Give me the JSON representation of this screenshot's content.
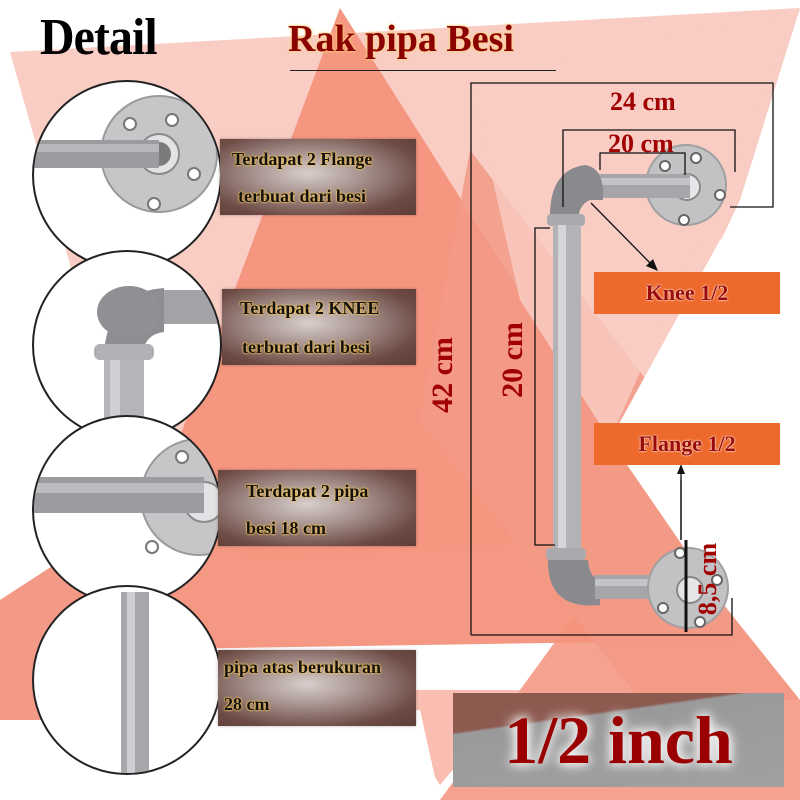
{
  "header": {
    "detail_label": "Detail",
    "product_title": "Rak pipa Besi"
  },
  "features": [
    {
      "line1": "Terdapat 2 Flange",
      "line2": "terbuat dari besi",
      "icon": "flange-photo"
    },
    {
      "line1": "Terdapat 2 KNEE",
      "line2": "terbuat dari besi",
      "icon": "knee-elbow-photo"
    },
    {
      "line1": "Terdapat 2 pipa",
      "line2": "besi 18 cm",
      "icon": "pipe-flange-photo"
    },
    {
      "line1": "pipa atas berukuran",
      "line2": "28 cm",
      "icon": "straight-pipe-photo"
    }
  ],
  "dimensions": {
    "width_outer": "24 cm",
    "width_inner": "20 cm",
    "height_total": "42 cm",
    "height_pipe": "20 cm",
    "flange_diameter": "8,5 cm"
  },
  "tags": {
    "knee": "Knee 1/2",
    "flange": "Flange 1/2"
  },
  "size_badge": "1/2 inch",
  "colors": {
    "accent_red": "#a00000",
    "tag_orange": "#ee6a2c",
    "bg_salmon": "#f29a86",
    "bg_light_pink": "#f9cdc4"
  }
}
